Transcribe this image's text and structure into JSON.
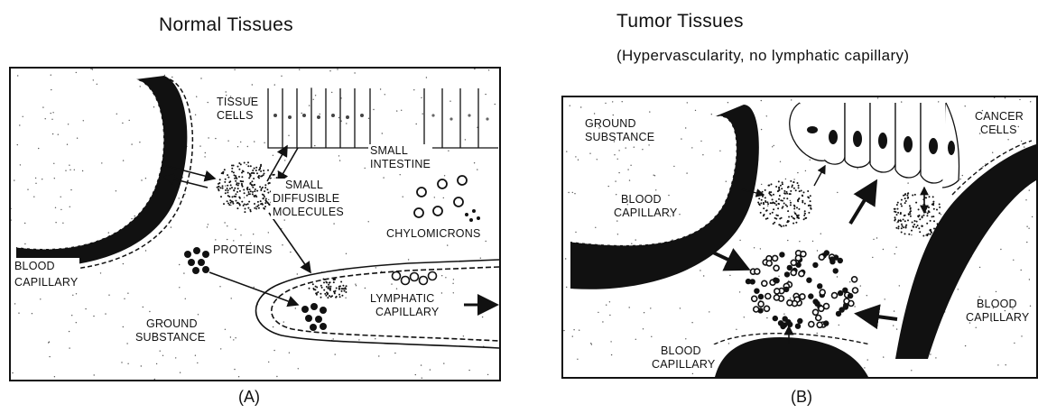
{
  "panel_a": {
    "title": "Normal Tissues",
    "letter": "(A)",
    "labels": {
      "tissue_cells_1": "TISSUE",
      "tissue_cells_2": "CELLS",
      "small_intestine_1": "SMALL",
      "small_intestine_2": "INTESTINE",
      "small_diffusible_1": "SMALL",
      "small_diffusible_2": "DIFFUSIBLE",
      "small_diffusible_3": "MOLECULES",
      "chylomicrons": "CHYLOMICRONS",
      "proteins": "PROTEINS",
      "blood_capillary_1": "BLOOD",
      "blood_capillary_2": "CAPILLARY",
      "lymphatic_capillary_1": "LYMPHATIC",
      "lymphatic_capillary_2": "CAPILLARY",
      "ground_substance_1": "GROUND",
      "ground_substance_2": "SUBSTANCE"
    }
  },
  "panel_b": {
    "title": "Tumor Tissues",
    "subtitle": "(Hypervascularity, no lymphatic capillary)",
    "letter": "(B)",
    "labels": {
      "ground_substance_1": "GROUND",
      "ground_substance_2": "SUBSTANCE",
      "cancer_cells_1": "CANCER",
      "cancer_cells_2": "CELLS",
      "blood_capillary_left_1": "BLOOD",
      "blood_capillary_left_2": "CAPILLARY",
      "blood_capillary_right_1": "BLOOD",
      "blood_capillary_right_2": "CAPILLARY",
      "blood_capillary_bottom_1": "BLOOD",
      "blood_capillary_bottom_2": "CAPILLARY"
    }
  },
  "colors": {
    "ink": "#111111",
    "paper": "#ffffff"
  }
}
